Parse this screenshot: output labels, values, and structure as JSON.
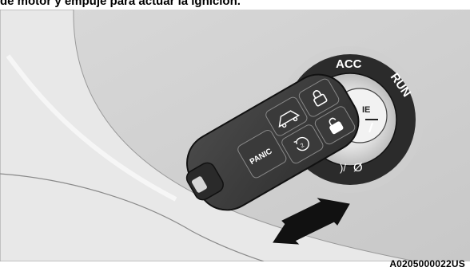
{
  "caption": "de motor y empuje para actuar la ignición.",
  "figure_code": "A0205000022US",
  "ignition_switch": {
    "labels": {
      "acc": "ACC",
      "run": "RUN",
      "off_partial": "IE"
    }
  },
  "key_fob": {
    "panic_label": "PANIC",
    "buttons": [
      "lock-icon",
      "unlock-icon",
      "liftgate-icon",
      "remote-start-icon",
      "panic-button"
    ]
  },
  "arrow": {
    "direction": "push-pull (diagonal double-headed)"
  }
}
